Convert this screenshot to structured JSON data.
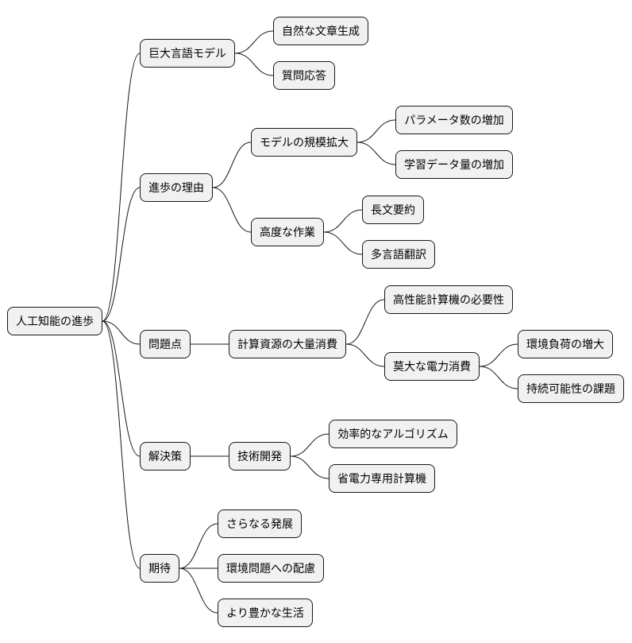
{
  "mindmap": {
    "root": "人工知能の進歩",
    "branches": [
      {
        "label": "巨大言語モデル",
        "children": [
          {
            "label": "自然な文章生成"
          },
          {
            "label": "質問応答"
          }
        ]
      },
      {
        "label": "進歩の理由",
        "children": [
          {
            "label": "モデルの規模拡大",
            "children": [
              {
                "label": "パラメータ数の増加"
              },
              {
                "label": "学習データ量の増加"
              }
            ]
          },
          {
            "label": "高度な作業",
            "children": [
              {
                "label": "長文要約"
              },
              {
                "label": "多言語翻訳"
              }
            ]
          }
        ]
      },
      {
        "label": "問題点",
        "children": [
          {
            "label": "計算資源の大量消費",
            "children": [
              {
                "label": "高性能計算機の必要性"
              },
              {
                "label": "莫大な電力消費",
                "children": [
                  {
                    "label": "環境負荷の増大"
                  },
                  {
                    "label": "持続可能性の課題"
                  }
                ]
              }
            ]
          }
        ]
      },
      {
        "label": "解決策",
        "children": [
          {
            "label": "技術開発",
            "children": [
              {
                "label": "効率的なアルゴリズム"
              },
              {
                "label": "省電力専用計算機"
              }
            ]
          }
        ]
      },
      {
        "label": "期待",
        "children": [
          {
            "label": "さらなる発展"
          },
          {
            "label": "環境問題への配慮"
          },
          {
            "label": "より豊かな生活"
          }
        ]
      }
    ]
  }
}
